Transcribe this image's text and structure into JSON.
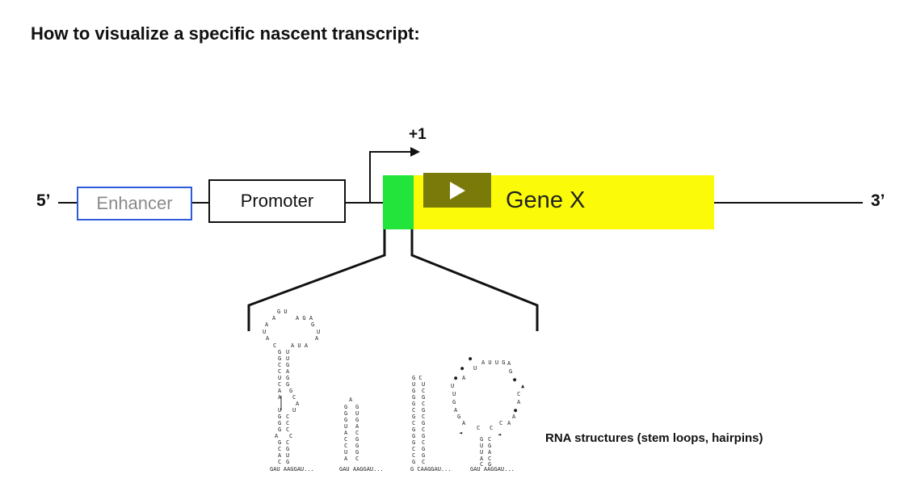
{
  "title": "How to visualize a specific nascent transcript:",
  "gene": {
    "end5": "5’",
    "end3": "3’",
    "tss": "+1",
    "enhancer": "Enhancer",
    "promoter": "Promoter",
    "gene_label": "Gene X"
  },
  "rna": {
    "caption": "RNA structures (stem loops, hairpins)",
    "seq1": "GAU AAGGAU...",
    "seq2": "GAU AAGGAU...",
    "seq3": "G CAAGGAU...",
    "seq4": "GAU AAGGAU..."
  },
  "colors": {
    "enhancer_border": "#2f5bd8",
    "green_region": "#22e43a",
    "gene_fill": "#fbfb09",
    "play_button": "#7a7a0a"
  }
}
